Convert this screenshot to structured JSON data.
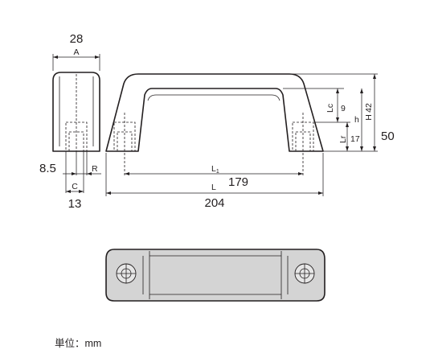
{
  "dimensions": {
    "width_value": "28",
    "width_symbol": "A",
    "thread_value": "8.5",
    "c_symbol": "C",
    "r_symbol": "R",
    "base_value": "13",
    "l1_symbol": "L",
    "l1_subscript": "1",
    "l1_value": "179",
    "l_symbol": "L",
    "l_value": "204",
    "lc_symbol": "Lc",
    "lc_value": "9",
    "lr_symbol": "Lr",
    "lr_value": "17",
    "h_inner_symbol": "h",
    "h_symbol": "H",
    "h_inner_value": "42",
    "h_value": "50"
  },
  "unit_label": "単位：mm"
}
